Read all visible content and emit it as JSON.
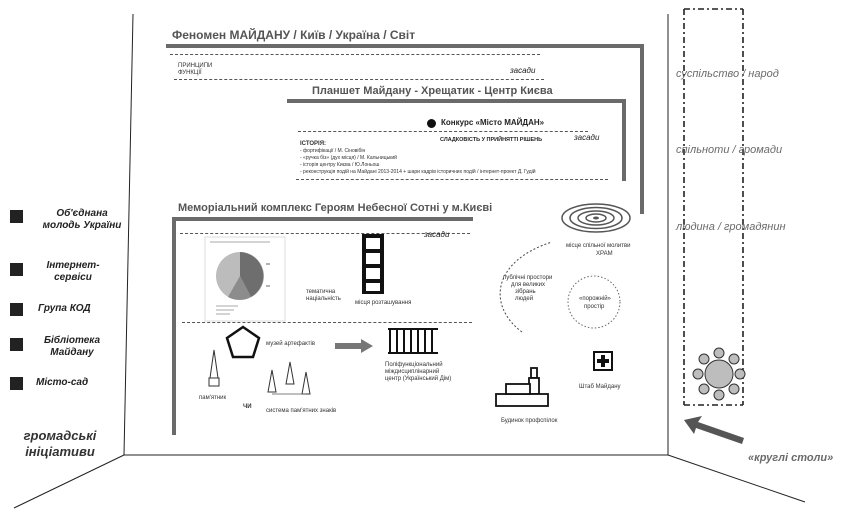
{
  "header": {
    "main_title": "Феномен МАЙДАНУ / Київ / Україна / Світ",
    "principles_line1": "ПРИНЦИПИ",
    "principles_line2": "ФУНКЦІЇ",
    "zasady_1": "засади"
  },
  "plansheet": {
    "title": "Планшет Майдану - Хрещатик - Центр Києва",
    "contest": "Конкурс «Місто МАЙДАН»",
    "sequence": "СЛАДКОВІСТЬ У ПРИЙНЯТТІ РІШЕНЬ",
    "zasady": "засади",
    "history_title": "ІСТОРІЯ:",
    "history_items": [
      "- фортифікації / М. Сіновібін",
      "- «ручка біз» (дух місця) / М. Кальницький",
      "- історія центру Києва / Ю.Лоньош",
      "- реконструкція подій на Майдані 2013-2014 + шари кадрів історичних подій / інтернет-проект Д. Гудій"
    ]
  },
  "memorial": {
    "title": "Меморіальний комплекс Героям Небесної Сотні у м.Києві",
    "zasady": "засади",
    "thematic_line1": "тематична",
    "thematic_line2": "націальність",
    "placement": "місця розташування",
    "spiral_line1": "місце спільної молитви",
    "spiral_line2": "ХРАМ",
    "public_space": [
      "публічні простори",
      "для великих",
      "зібрань",
      "людей"
    ],
    "safe_space_line1": "«порожній»",
    "safe_space_line2": "простір",
    "museum": "музей артефактів",
    "multifunctional": [
      "Поліфункціональний",
      "міждисциплінарний",
      "центр (Український Дім)"
    ],
    "monuments": "пам'ятник",
    "or": "ЧИ",
    "memorial_signs": "система пам'ятних знаків",
    "trade_union": "Будинок профспілок",
    "hq": "Штаб Майдану"
  },
  "left": {
    "items": [
      "Об'єднана молодь України",
      "Інтернет-сервіси",
      "Група КОД",
      "Бібліотека Майдану",
      "Місто-сад"
    ],
    "footer": "громадські ініціативи"
  },
  "right": {
    "levels": [
      "суспільство / народ",
      "спільноти / громади",
      "людина / громадянин"
    ],
    "round_tables": "«круглі столи»"
  },
  "colors": {
    "bar": "#6a6a6a",
    "ink": "#222222",
    "pie_main": "#6e6e6e",
    "pie_light": "#bcbcbc",
    "grid": "#8a8a8a"
  },
  "icons": [
    "pentagon-icon",
    "arrow-right-icon",
    "building-columns-icon",
    "film-strip-icon",
    "spiral-icon",
    "round-table-icon",
    "cross-box-icon",
    "trade-union-icon",
    "monument-icon"
  ]
}
